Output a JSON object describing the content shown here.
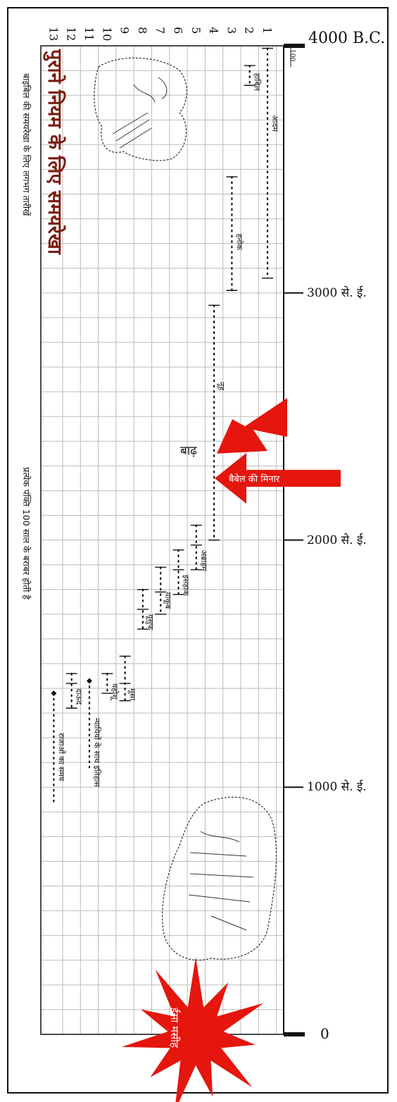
{
  "title": "पुराने नियम के लिए समयरेखा",
  "subtitle": "बाइबिल की समयरेखा के लिए लगभग तारीखें",
  "scale_note": "प्रत्येक पंक्ति 100 साल के बराबर होती है",
  "axis_labels": {
    "top": "4000 B.C.",
    "mark_3000": "3000 से. ई.",
    "mark_2000": "2000 से. ई.",
    "mark_1000": "1000 से. ई.",
    "bottom": "0"
  },
  "top_tick_text": "100",
  "row_numbers": [
    "1",
    "2",
    "3",
    "4",
    "5",
    "6",
    "7",
    "8",
    "9",
    "10",
    "11",
    "12",
    "13"
  ],
  "bars": [
    {
      "row": 1,
      "label": "आदम"
    },
    {
      "row": 2,
      "label": "हाबिल"
    },
    {
      "row": 3,
      "label": "हनोक"
    },
    {
      "row": 4,
      "label": "नूह"
    },
    {
      "row": 5,
      "label": "अब्राहम"
    },
    {
      "row": 6,
      "label": "इसहाक"
    },
    {
      "row": 7,
      "label": "याकूब"
    },
    {
      "row": 8,
      "label": "यूसुफ"
    },
    {
      "row": 9,
      "label": "मूसा"
    },
    {
      "row": 10,
      "label": "यहोशू"
    },
    {
      "row": 11,
      "label": "न्यायियों के साथ इतिहास"
    },
    {
      "row": 12,
      "label": "दाऊद"
    },
    {
      "row": 13,
      "label": "राजाओं का समय"
    }
  ],
  "events": {
    "flood": "बाढ़",
    "babel": "बैबेल की मिनार",
    "christ": "ईसा मसीह"
  },
  "colors": {
    "title": "#7a1c10",
    "accent_red": "#e4160e",
    "grid": "#bbbbbb",
    "ink": "#111111"
  }
}
